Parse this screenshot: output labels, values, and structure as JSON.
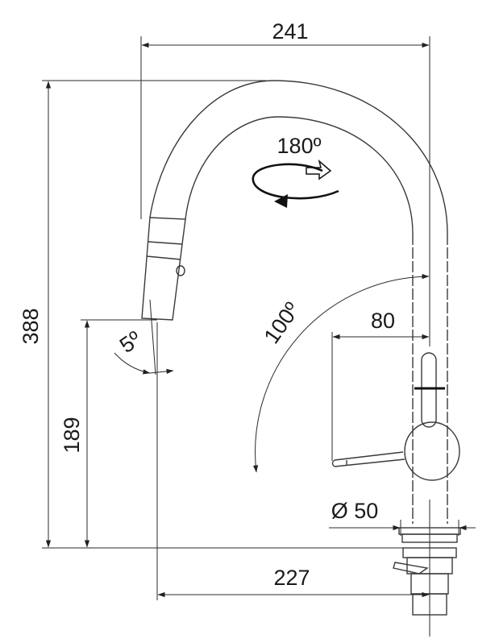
{
  "dimensions": {
    "total_width": "241",
    "total_height": "388",
    "spout_height": "189",
    "base_to_spout_width": "227",
    "lever_reach": "80",
    "base_diameter": "Ø 50"
  },
  "angles": {
    "swivel": "180º",
    "lever_swing": "100º",
    "spray_tilt": "5º"
  }
}
